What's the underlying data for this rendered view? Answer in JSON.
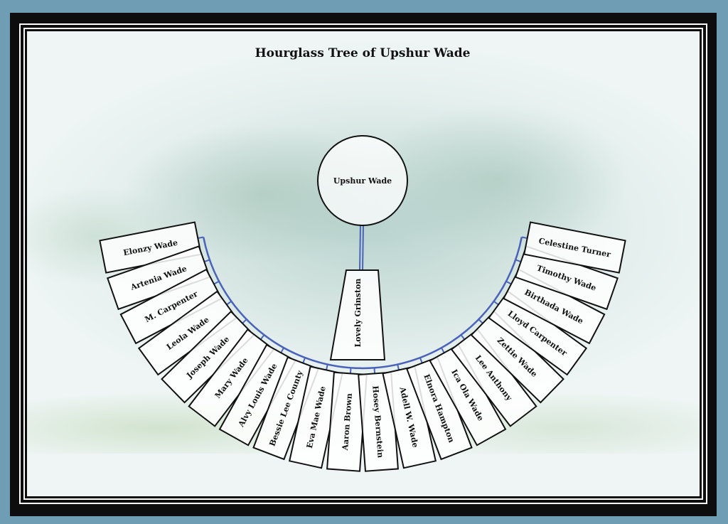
{
  "title": "Hourglass Tree of Upshur Wade",
  "root": "Upshur Wade",
  "spouse": "Lovely Grinston",
  "children": [
    "Elonzy Wade",
    "Artenia Wade",
    "M. Carpenter",
    "Leola Wade",
    "Joseph Wade",
    "Mary Wade",
    "Alvy Louis Wade",
    "Bessie Lee County",
    "Eva Mae Wade",
    "Aaron Brown",
    "Hosey Bernstein",
    "Adell W. Wade",
    "Elnora Hampton",
    "Ica Ola Wade",
    "Lee Anthony",
    "Zettie Wade",
    "Lloyd Carpenter",
    "Birthada Wade",
    "Timothy Wade",
    "Celestine Turner"
  ],
  "colors": {
    "connector": "#4a63b8",
    "box_border": "#111111",
    "box_fill": "#ffffff"
  }
}
